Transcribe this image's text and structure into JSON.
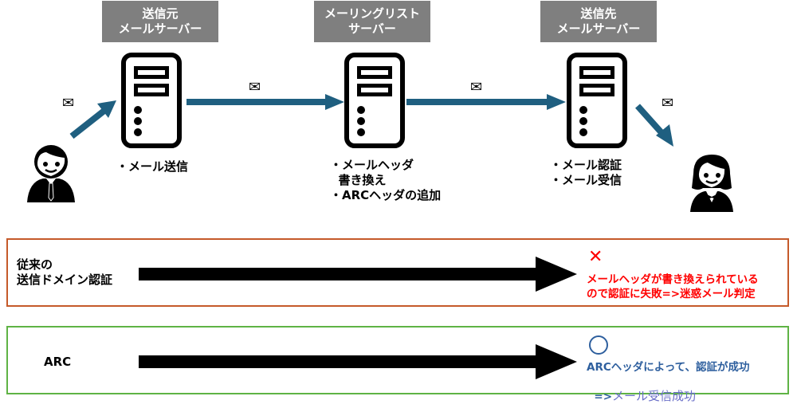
{
  "servers": [
    {
      "label": "送信元\nメールサーバー",
      "notes": "・メール送信"
    },
    {
      "label": "メーリングリスト\nサーバー",
      "notes": "・メールヘッダ\n  書き換え\n・ARCヘッダの追加"
    },
    {
      "label": "送信先\nメールサーバー",
      "notes": "・メール認証\n・メール受信"
    }
  ],
  "envelope_icon": "✉",
  "actors": {
    "sender": "man-user-icon",
    "receiver": "woman-user-icon"
  },
  "colors": {
    "flow_arrow": "#1f5f80",
    "server_label_bg": "#7f7f7f",
    "legacy_border": "#c55a2a",
    "arc_border": "#5fb345",
    "fail_text": "#ff0000",
    "success_text": "#2e5f9e",
    "success_text_light": "#6a6fc8"
  },
  "comparison": {
    "legacy": {
      "label": "従来の\n送信ドメイン認証",
      "mark": "✕",
      "result": "メールヘッダが書き換えられている\nので認証に失敗=>迷惑メール判定"
    },
    "arc": {
      "label": "ARC",
      "mark": "○",
      "result_line1": "ARCヘッダによって、認証が成功",
      "result_line2_prefix": "=>",
      "result_line2_suffix": "メール受信成功"
    }
  }
}
